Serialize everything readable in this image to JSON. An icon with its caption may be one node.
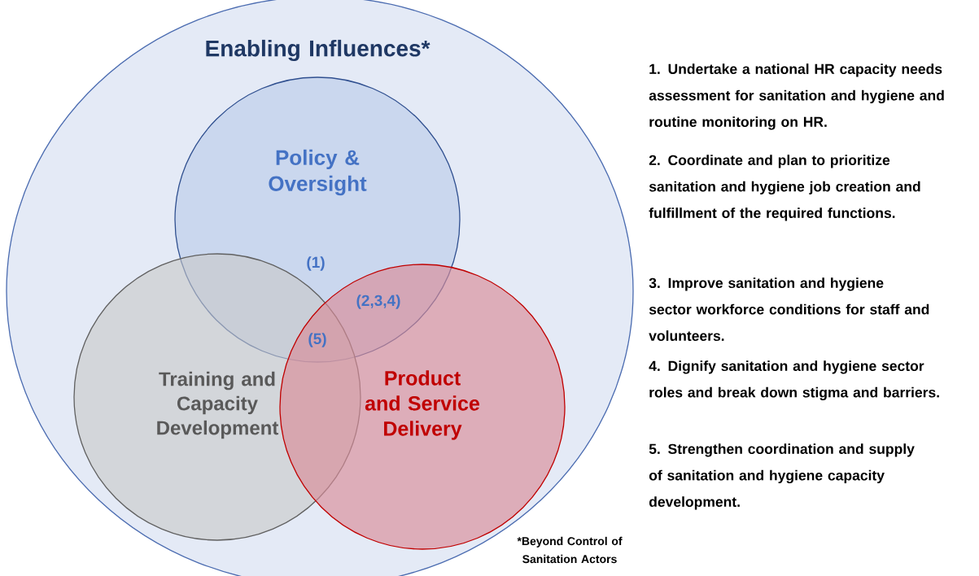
{
  "diagram": {
    "nodes": [
      {
        "text": [
          "Enabling Influences*"
        ]
      },
      {
        "text": [
          "Policy & Oversight"
        ],
        "in": 0
      },
      {
        "text": [
          "Training and Capacity Development"
        ],
        "in": 0
      },
      {
        "text": [
          "Product and Service Delivery"
        ],
        "in": 0
      }
    ],
    "labels": [
      "(1)",
      "(2,3,4)",
      "(5)",
      "1. Undertake a national HR capacity needs assessment for sanitation and hygiene and routine monitoring on HR.",
      "2. Coordinate and plan to prioritize sanitation and hygiene job creation and fulfillment of the required functions.",
      "3. Improve sanitation and hygiene sector workforce conditions for staff and volunteers.",
      "4. Dignify sanitation and hygiene sector roles and break down stigma and barriers.",
      "5. Strengthen coordination and supply of sanitation and hygiene capacity development.",
      "*Beyond Control of Sanitation Actors"
    ]
  }
}
